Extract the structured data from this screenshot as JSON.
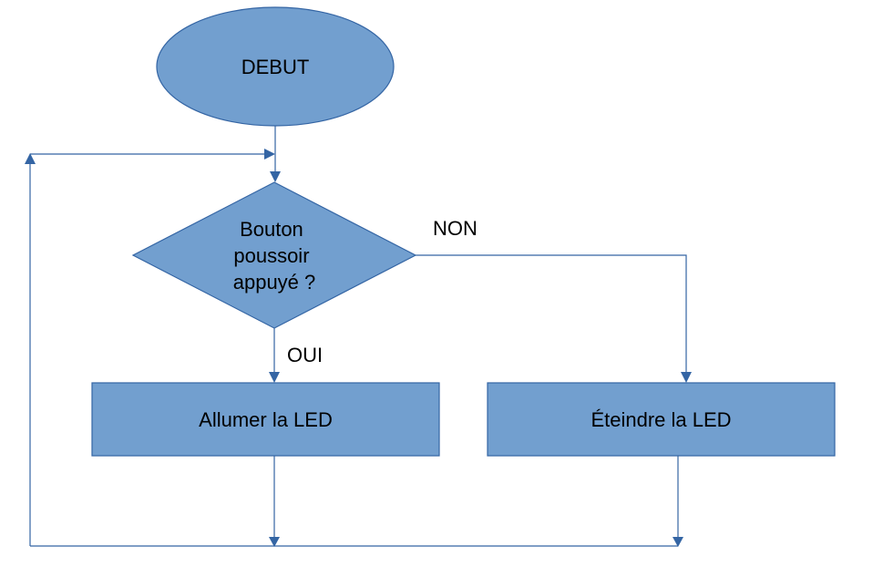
{
  "flowchart": {
    "start": {
      "label": "DEBUT"
    },
    "decision": {
      "lines": [
        "Bouton",
        "poussoir",
        "appuyé ?"
      ]
    },
    "branch_no": {
      "label": "NON"
    },
    "branch_yes": {
      "label": "OUI"
    },
    "action_on": {
      "label": "Allumer la LED"
    },
    "action_off": {
      "label": "Éteindre la LED"
    }
  },
  "colors": {
    "shape_fill": "#729fcf",
    "shape_stroke": "#3465a4",
    "connector": "#3465a4",
    "text": "#000000"
  }
}
